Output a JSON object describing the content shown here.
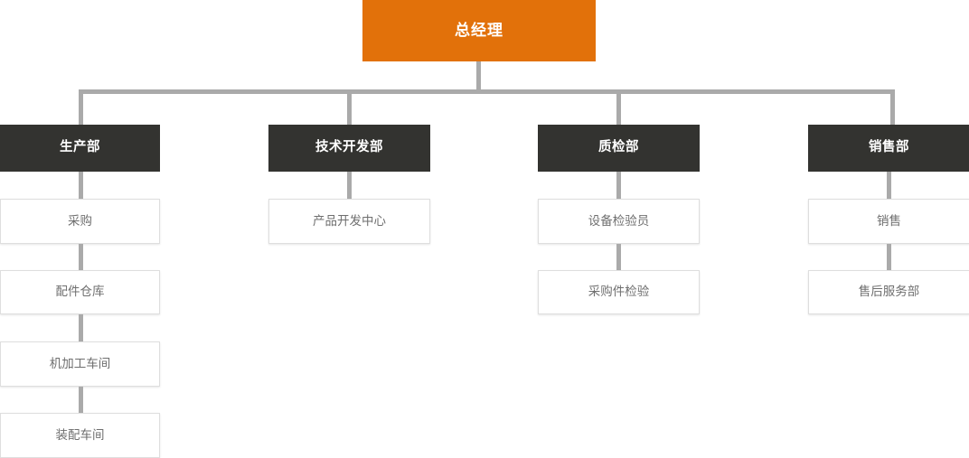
{
  "chart": {
    "type": "org-chart",
    "title": "",
    "colors": {
      "root_fill": "#e2710a",
      "root_text": "#ffffff",
      "dept_fill": "#333330",
      "dept_text": "#ffffff",
      "unit_fill": "#ffffff",
      "unit_text": "#6f6f6f",
      "unit_border": "#dedede",
      "connector": "#aaaaaa",
      "background": "#ffffff"
    },
    "root": {
      "label": "总经理",
      "level": 0
    },
    "departments": [
      {
        "label": "生产部",
        "level": 1,
        "children": [
          {
            "label": "采购",
            "level": 2
          },
          {
            "label": "配件仓库",
            "level": 2
          },
          {
            "label": "机加工车间",
            "level": 2
          },
          {
            "label": "装配车间",
            "level": 2
          }
        ]
      },
      {
        "label": "技术开发部",
        "level": 1,
        "children": [
          {
            "label": "产品开发中心",
            "level": 2
          }
        ]
      },
      {
        "label": "质检部",
        "level": 1,
        "children": [
          {
            "label": "设备检验员",
            "level": 2
          },
          {
            "label": "采购件检验",
            "level": 2
          }
        ]
      },
      {
        "label": "销售部",
        "level": 1,
        "children": [
          {
            "label": "销售",
            "level": 2
          },
          {
            "label": "售后服务部",
            "level": 2
          }
        ]
      }
    ]
  }
}
